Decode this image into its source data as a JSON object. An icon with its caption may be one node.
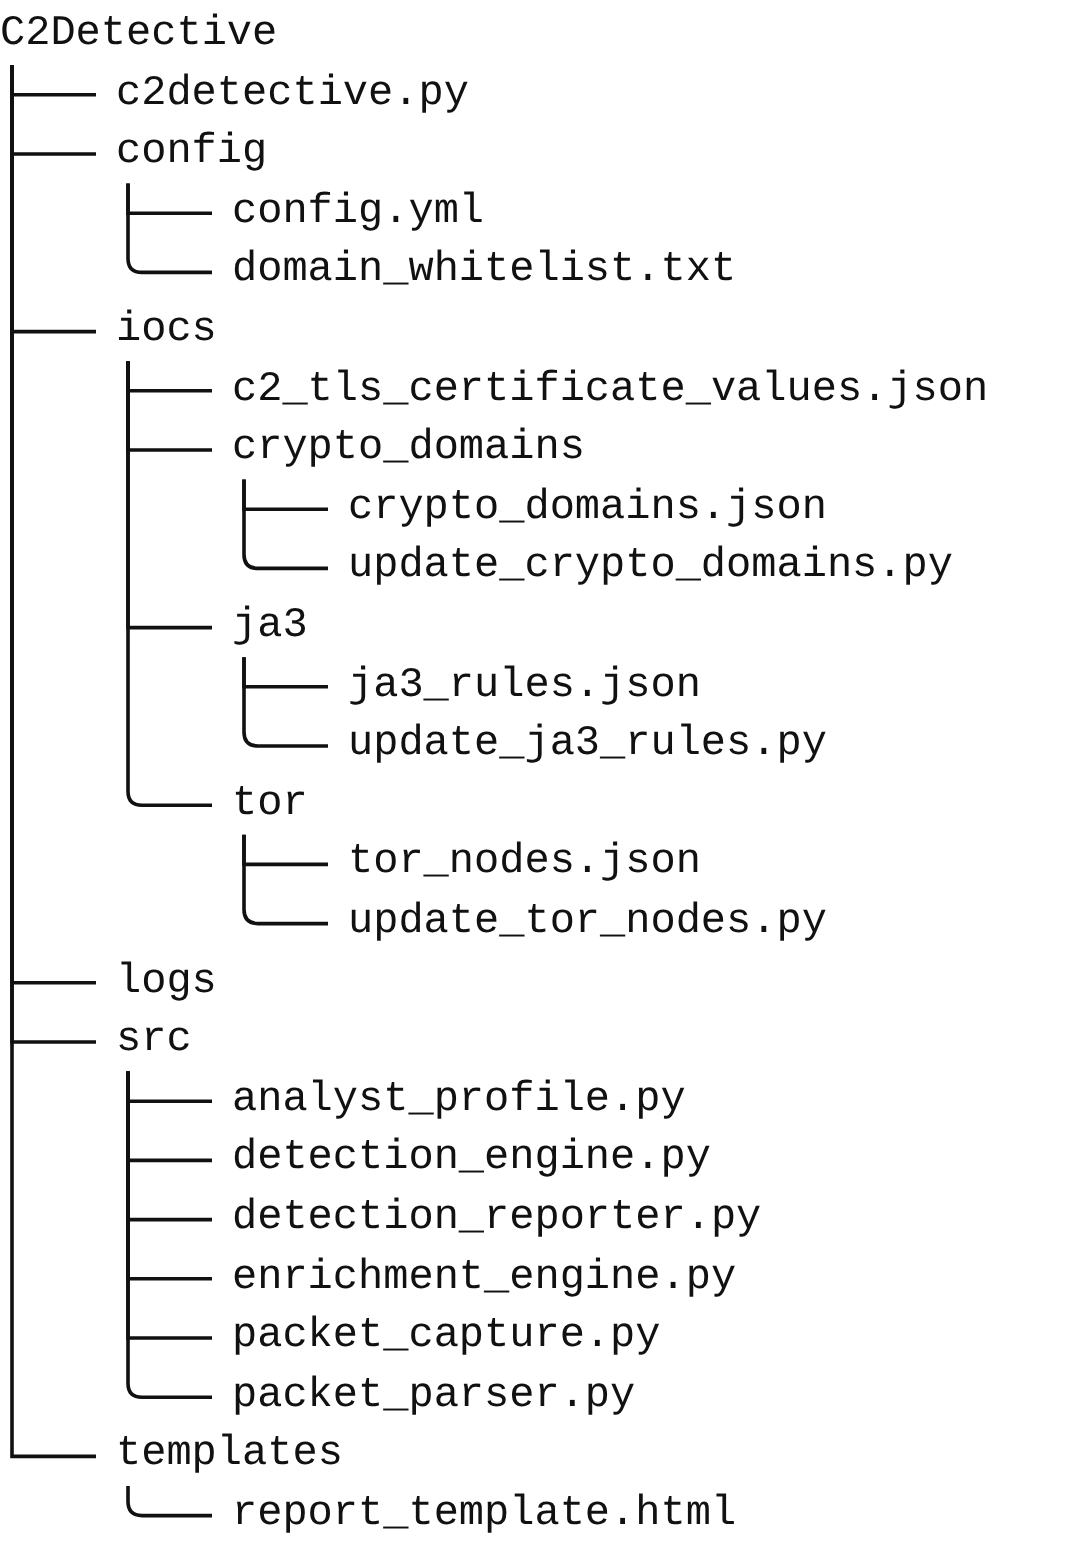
{
  "diagram": {
    "nodes": [
      {
        "text": [
          "C2Detective"
        ]
      },
      {
        "text": [
          "c2detective.py"
        ]
      },
      {
        "text": [
          "config"
        ]
      },
      {
        "text": [
          "config.yml"
        ]
      },
      {
        "text": [
          "domain_whitelist.txt"
        ]
      },
      {
        "text": [
          "iocs"
        ]
      },
      {
        "text": [
          "c2_tls_certificate_values.json"
        ]
      },
      {
        "text": [
          "crypto_domains"
        ]
      },
      {
        "text": [
          "crypto_domains.json"
        ]
      },
      {
        "text": [
          "update_crypto_domains.py"
        ]
      },
      {
        "text": [
          "ja3"
        ]
      },
      {
        "text": [
          "ja3_rules.json"
        ]
      },
      {
        "text": [
          "update_ja3_rules.py"
        ]
      },
      {
        "text": [
          "tor"
        ]
      },
      {
        "text": [
          "tor_nodes.json"
        ]
      },
      {
        "text": [
          "update_tor_nodes.py"
        ]
      },
      {
        "text": [
          "logs"
        ]
      },
      {
        "text": [
          "src"
        ]
      },
      {
        "text": [
          "analyst_profile.py"
        ]
      },
      {
        "text": [
          "detection_engine.py"
        ]
      },
      {
        "text": [
          "detection_reporter.py"
        ]
      },
      {
        "text": [
          "enrichment_engine.py"
        ]
      },
      {
        "text": [
          "packet_capture.py"
        ]
      },
      {
        "text": [
          "packet_parser.py"
        ]
      },
      {
        "text": [
          "templates"
        ]
      },
      {
        "text": [
          "report_template.html"
        ]
      }
    ],
    "edges": [
      {
        "from": 0,
        "to": 1,
        "arrow": "none"
      },
      {
        "from": 0,
        "to": 2,
        "arrow": "none"
      },
      {
        "from": 2,
        "to": 3,
        "arrow": "none"
      },
      {
        "from": 2,
        "to": 4,
        "arrow": "none"
      },
      {
        "from": 0,
        "to": 5,
        "arrow": "none"
      },
      {
        "from": 5,
        "to": 6,
        "arrow": "none"
      },
      {
        "from": 5,
        "to": 7,
        "arrow": "none"
      },
      {
        "from": 7,
        "to": 8,
        "arrow": "none"
      },
      {
        "from": 7,
        "to": 9,
        "arrow": "none"
      },
      {
        "from": 5,
        "to": 10,
        "arrow": "none"
      },
      {
        "from": 10,
        "to": 11,
        "arrow": "none"
      },
      {
        "from": 10,
        "to": 12,
        "arrow": "none"
      },
      {
        "from": 5,
        "to": 13,
        "arrow": "none"
      },
      {
        "from": 13,
        "to": 14,
        "arrow": "none"
      },
      {
        "from": 13,
        "to": 15,
        "arrow": "none"
      },
      {
        "from": 0,
        "to": 16,
        "arrow": "none"
      },
      {
        "from": 0,
        "to": 17,
        "arrow": "none"
      },
      {
        "from": 17,
        "to": 18,
        "arrow": "none"
      },
      {
        "from": 17,
        "to": 19,
        "arrow": "none"
      },
      {
        "from": 17,
        "to": 20,
        "arrow": "none"
      },
      {
        "from": 17,
        "to": 21,
        "arrow": "none"
      },
      {
        "from": 17,
        "to": 22,
        "arrow": "none"
      },
      {
        "from": 17,
        "to": 23,
        "arrow": "none"
      },
      {
        "from": 0,
        "to": 24,
        "arrow": "none"
      },
      {
        "from": 24,
        "to": 25,
        "arrow": "none"
      }
    ]
  }
}
